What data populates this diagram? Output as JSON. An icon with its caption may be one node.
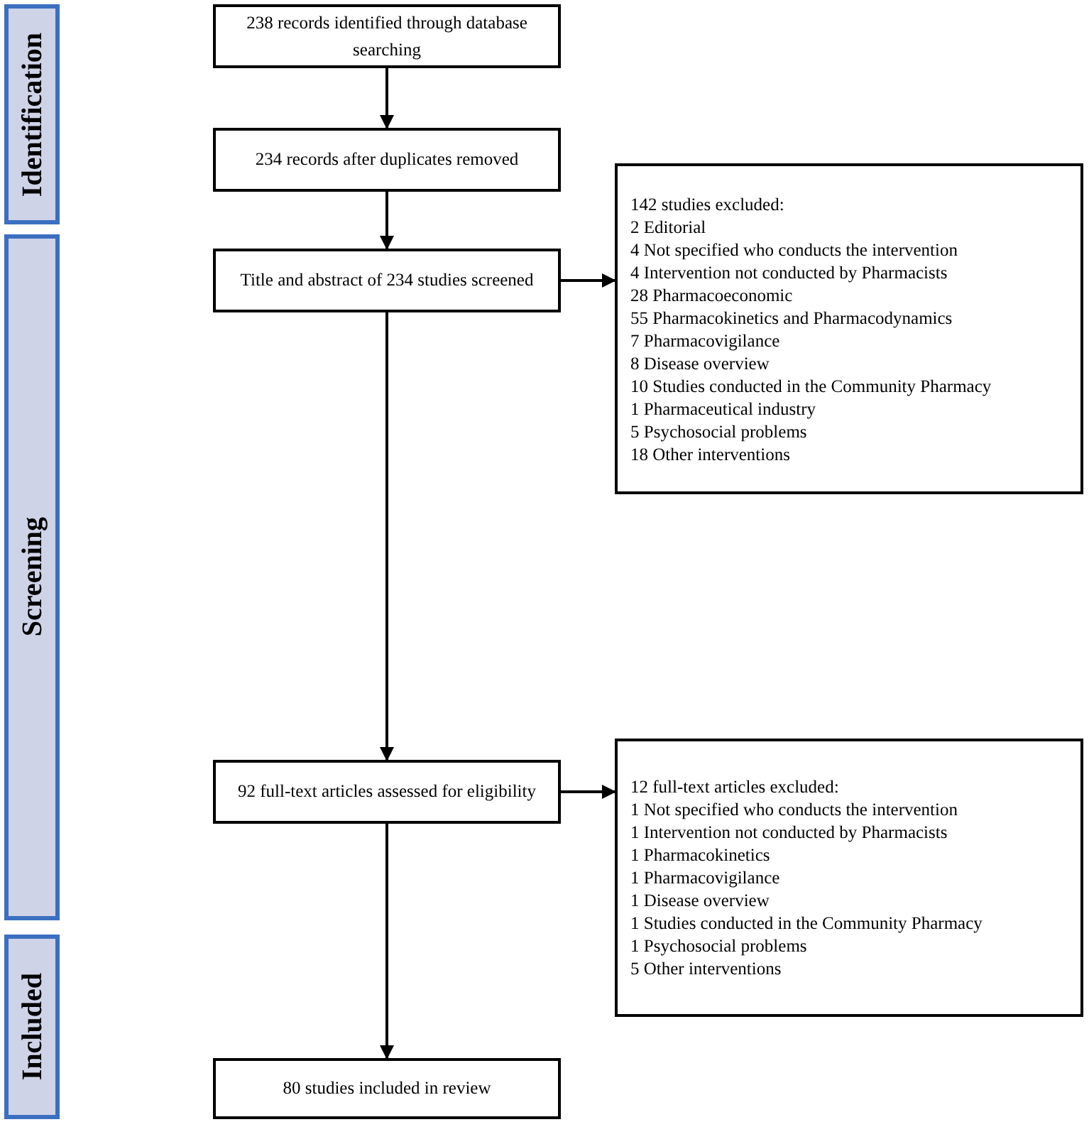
{
  "diagram": {
    "nodes": [
      {
        "text": [
          "Identification"
        ]
      },
      {
        "text": [
          "Screening"
        ]
      },
      {
        "text": [
          "Included"
        ]
      },
      {
        "text": [
          "238 records identified through database searching"
        ]
      },
      {
        "text": [
          "234 records after duplicates removed"
        ]
      },
      {
        "text": [
          "Title and abstract of 234 studies screened"
        ]
      },
      {
        "text": [
          "142 studies excluded:",
          "2 Editorial",
          "4 Not specified who conducts the intervention",
          "4 Intervention not conducted by Pharmacists",
          "28 Pharmacoeconomic",
          "55 Pharmacokinetics and Pharmacodynamics",
          "7 Pharmacovigilance",
          "8 Disease overview",
          "10 Studies conducted in the Community Pharmacy",
          "1 Pharmaceutical industry",
          "5 Psychosocial problems",
          "18 Other interventions"
        ]
      },
      {
        "text": [
          "92 full-text articles assessed for eligibility"
        ]
      },
      {
        "text": [
          "12 full-text articles excluded:",
          "1 Not specified who conducts the intervention",
          "1 Intervention not conducted by Pharmacists",
          "1 Pharmacokinetics",
          "1 Pharmacovigilance",
          "1 Disease overview",
          "1 Studies conducted in the Community Pharmacy",
          "1 Psychosocial problems",
          "5 Other interventions"
        ]
      },
      {
        "text": [
          "80 studies included in review"
        ]
      }
    ],
    "edges": [
      {
        "from": 3,
        "to": 4,
        "arrow": "to"
      },
      {
        "from": 4,
        "to": 5,
        "arrow": "to"
      },
      {
        "from": 5,
        "to": 6,
        "arrow": "to"
      },
      {
        "from": 5,
        "to": 7,
        "arrow": "to"
      },
      {
        "from": 7,
        "to": 8,
        "arrow": "to"
      },
      {
        "from": 7,
        "to": 9,
        "arrow": "to"
      }
    ]
  }
}
